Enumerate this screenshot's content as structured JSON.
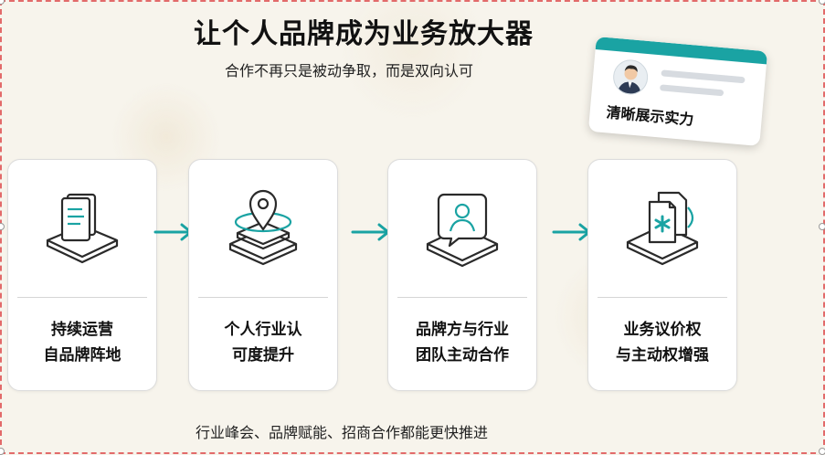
{
  "title": "让个人品牌成为业务放大器",
  "subtitle": "合作不再只是被动争取，而是双向认可",
  "badge": {
    "label": "清晰展示实力"
  },
  "steps": [
    {
      "line1": "持续运营",
      "line2": "自品牌阵地",
      "icon": "documents-icon"
    },
    {
      "line1": "个人行业认",
      "line2": "可度提升",
      "icon": "location-pin-icon"
    },
    {
      "line1": "品牌方与行业",
      "line2": "团队主动合作",
      "icon": "chat-person-icon"
    },
    {
      "line1": "业务议价权",
      "line2": "与主动权增强",
      "icon": "medical-files-icon"
    }
  ],
  "footer": "行业峰会、品牌赋能、招商合作都能更快推进",
  "colors": {
    "accent": "#1aa3a3",
    "border": "#e26a6a"
  }
}
